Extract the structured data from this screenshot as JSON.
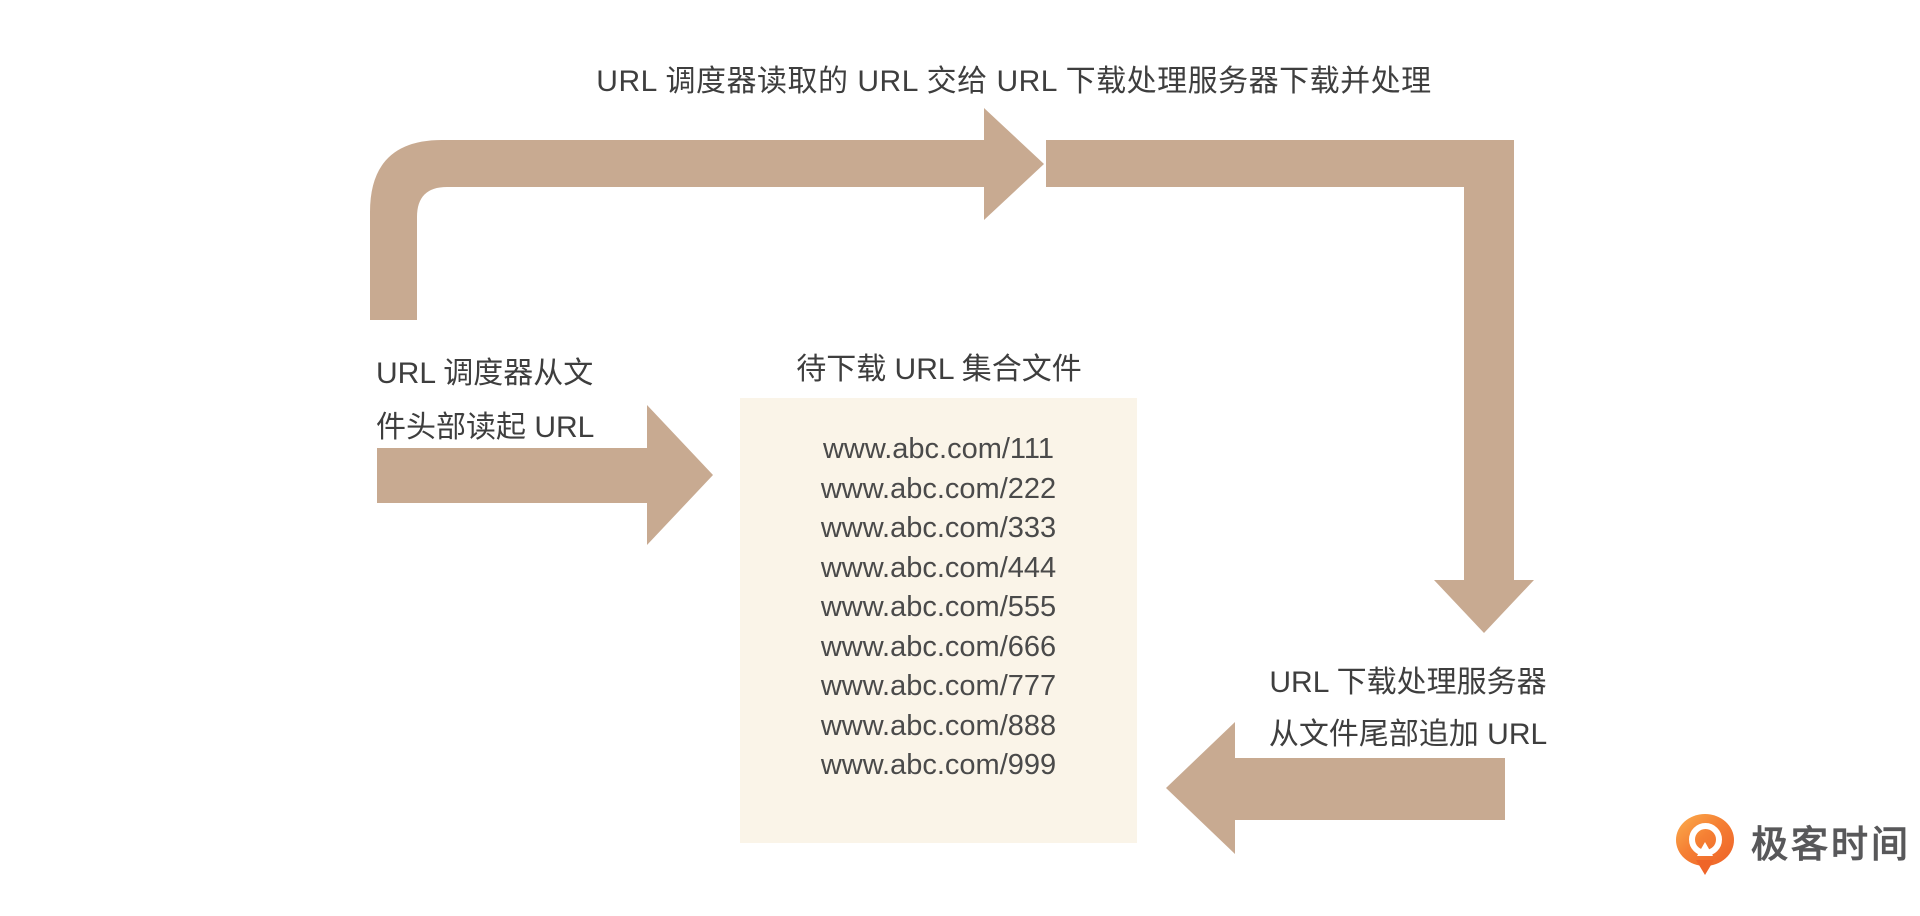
{
  "colors": {
    "arrow": "#c8aa91",
    "box_bg": "#faf4e8",
    "text": "#3e3e3e",
    "url_text": "#4a4a4a",
    "logo_orange": "#f1662a",
    "logo_text": "#58585a"
  },
  "top_caption": "URL 调度器读取的 URL 交给 URL 下载处理服务器下载并处理",
  "left_label": {
    "line1": "URL 调度器从文",
    "line2": "件头部读起 URL"
  },
  "right_label": {
    "line1": "URL 下载处理服务器",
    "line2": "从文件尾部追加 URL"
  },
  "url_file_box": {
    "title": "待下载 URL 集合文件",
    "urls": [
      "www.abc.com/111",
      "www.abc.com/222",
      "www.abc.com/333",
      "www.abc.com/444",
      "www.abc.com/555",
      "www.abc.com/666",
      "www.abc.com/777",
      "www.abc.com/888",
      "www.abc.com/999"
    ]
  },
  "logo": {
    "icon": "geektime-logo-icon",
    "text": "极客时间"
  }
}
